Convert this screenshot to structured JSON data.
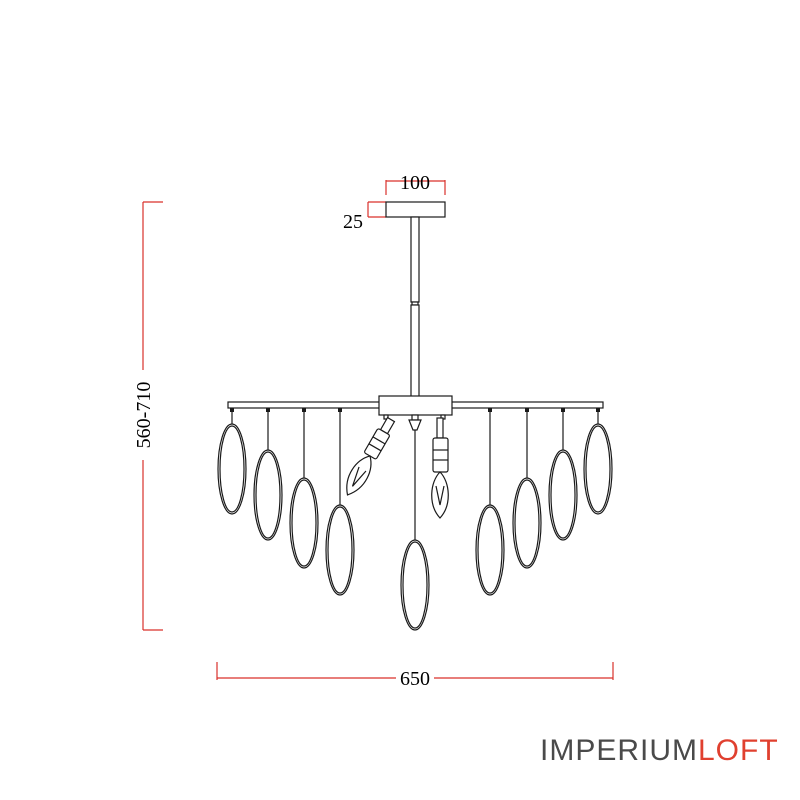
{
  "dimensions": {
    "canopy_width": "100",
    "canopy_height": "25",
    "total_height": "560-710",
    "total_width": "650"
  },
  "brand": {
    "part1": "IMPERIUM",
    "part2": "LOFT"
  },
  "colors": {
    "dimension_lines": "#d9312b",
    "brand_accent": "#e0402f",
    "brand_main": "#4a4a4a"
  }
}
